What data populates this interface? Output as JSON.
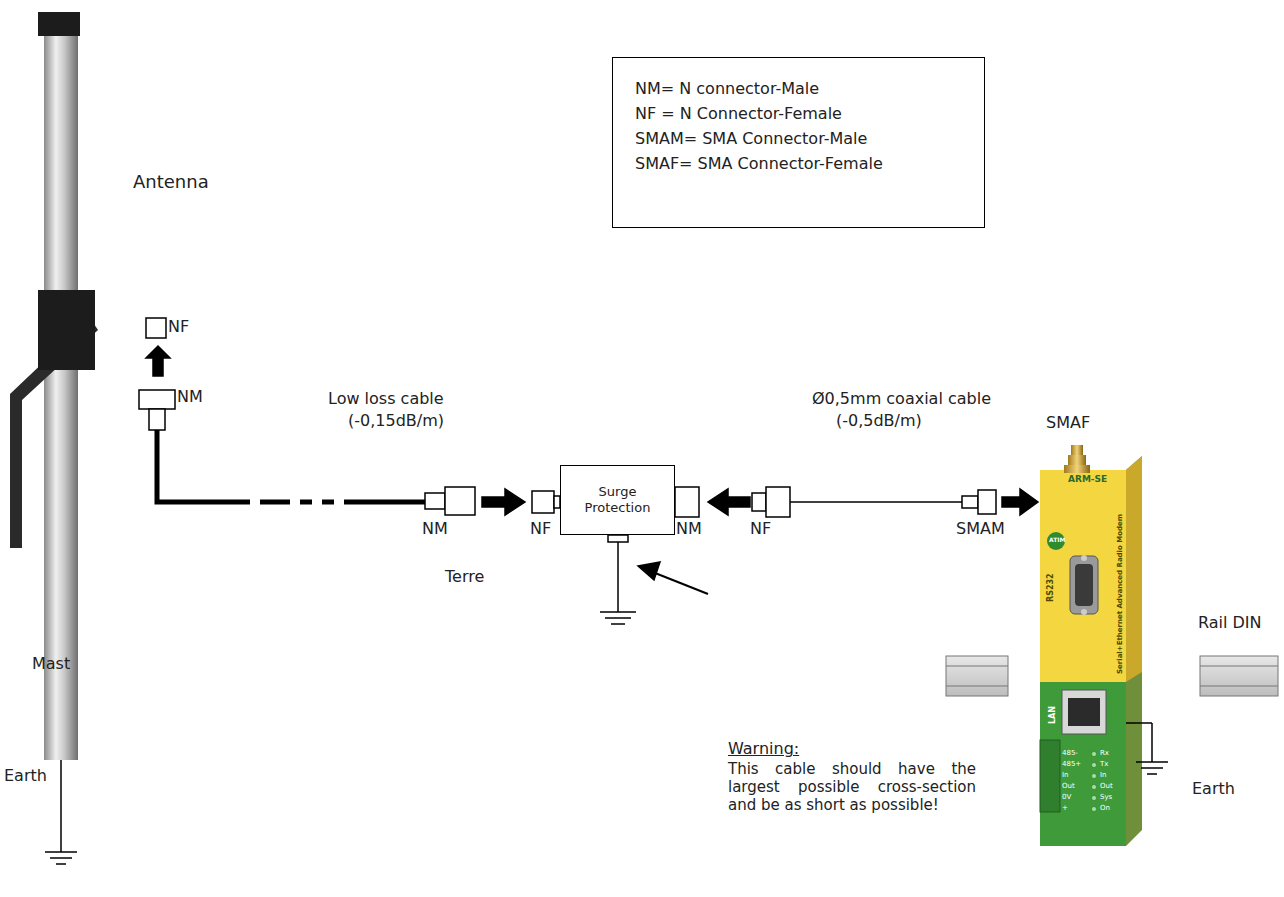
{
  "diagram": {
    "nodes": [
      {
        "text": [
          "NM= N connector-Male",
          "NF = N Connector-Female",
          "SMAM= SMA Connector-Male",
          "SMAF= SMA Connector-Female"
        ]
      },
      {
        "text": [
          "Surge Protection"
        ]
      }
    ],
    "labels": [
      "Antenna",
      "NF",
      "NM",
      "Low loss cable",
      "(-0,15dB/m)",
      "NM",
      "NF",
      "NM",
      "NF",
      "Ø0,5mm coaxial cable",
      "(-0,5dB/m)",
      "SMAM",
      "SMAF",
      "Rail DIN",
      "Mast",
      "Terre",
      "Warning:",
      "This cable should have the largest possible cross-section and be as short as possible!",
      "Earth",
      "Earth",
      "ARM-SE",
      "ATIM",
      "RS232",
      "Serial+Ethernet Advanced Radio Modem",
      "LAN",
      "485-",
      "485+",
      "In",
      "Out",
      "0V",
      "+",
      "Rx",
      "Tx",
      "In",
      "Out",
      "Sys",
      "On"
    ]
  }
}
